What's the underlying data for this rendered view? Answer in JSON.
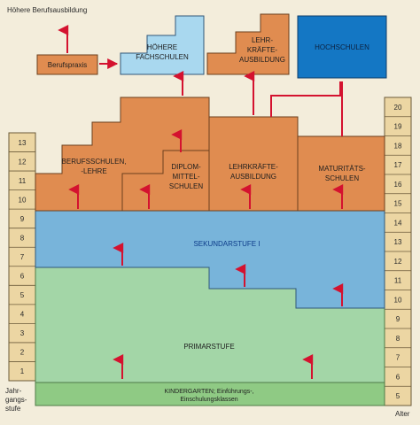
{
  "title_top": "Höhere Berufsausbildung",
  "boxes": {
    "berufspraxis": "Berufspraxis",
    "hoehere_fachschulen": [
      "HÖHERE",
      "FACHSCHULEN"
    ],
    "lehrkraefte_ausbildung_top": [
      "LEHR-",
      "KRÄFTE-",
      "AUSBILDUNG"
    ],
    "hochschulen": "HOCHSCHULEN",
    "berufsschulen": [
      "BERUFSSCHULEN,",
      "-LEHRE"
    ],
    "diplommittelschulen": [
      "DIPLOM-",
      "MITTEL-",
      "SCHULEN"
    ],
    "lehrkraefte_ausbildung": [
      "LEHRKRÄFTE-",
      "AUSBILDUNG"
    ],
    "maturitaetsschulen": [
      "MATURITÄTS-",
      "SCHULEN"
    ],
    "sekundarstufe": "SEKUNDARSTUFE I",
    "primarstufe": "PRIMARSTUFE",
    "kindergarten": [
      "KINDERGARTEN; Einführungs-,",
      "Einschulungsklassen"
    ]
  },
  "left_scale": {
    "ticks": [
      "13",
      "12",
      "11",
      "10",
      "9",
      "8",
      "7",
      "6",
      "5",
      "4",
      "3",
      "2",
      "1"
    ],
    "caption": [
      "Jahr-",
      "gangs-",
      "stufe"
    ]
  },
  "right_scale": {
    "ticks": [
      "20",
      "19",
      "18",
      "17",
      "16",
      "15",
      "14",
      "13",
      "12",
      "11",
      "10",
      "9",
      "8",
      "7",
      "6",
      "5"
    ],
    "caption": "Alter"
  },
  "colors": {
    "orange": "#e08c50",
    "light_blue": "#a9d8ef",
    "blue": "#1477c4",
    "sekundar": "#78b4da",
    "primar": "#a3d6a7",
    "kindergarten": "#8fca84",
    "scale": "#ecd6a3",
    "arrow": "#d4122f"
  }
}
